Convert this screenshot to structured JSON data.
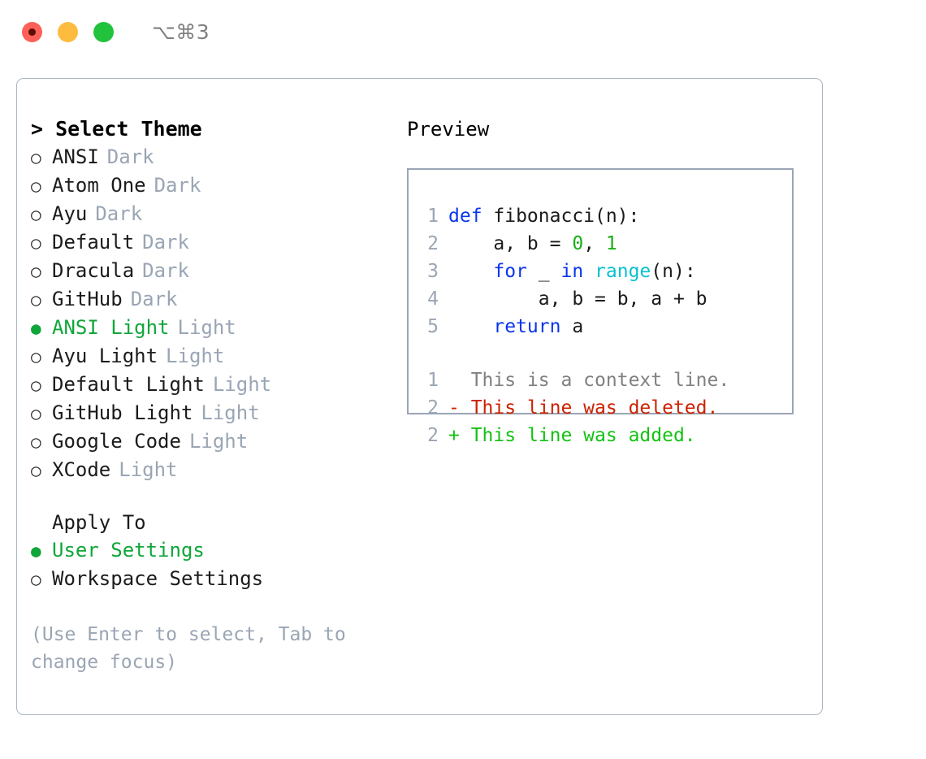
{
  "window": {
    "title": "⌥⌘3",
    "traffic_lights": [
      {
        "name": "close-button",
        "color": "#fc6058"
      },
      {
        "name": "minimize-button",
        "color": "#fdbc40"
      },
      {
        "name": "maximize-button",
        "color": "#22c33c"
      }
    ]
  },
  "theme_picker": {
    "heading": "> Select Theme",
    "marker_selected": "●",
    "marker_unselected": "○",
    "accent_color": "#10a63a",
    "muted_color": "#9aa5b4",
    "items": [
      {
        "marker": "○",
        "name": "ANSI",
        "kind": "Dark",
        "selected": false
      },
      {
        "marker": "○",
        "name": "Atom One",
        "kind": "Dark",
        "selected": false
      },
      {
        "marker": "○",
        "name": "Ayu",
        "kind": "Dark",
        "selected": false
      },
      {
        "marker": "○",
        "name": "Default",
        "kind": "Dark",
        "selected": false
      },
      {
        "marker": "○",
        "name": "Dracula",
        "kind": "Dark",
        "selected": false
      },
      {
        "marker": "○",
        "name": "GitHub",
        "kind": "Dark",
        "selected": false
      },
      {
        "marker": "●",
        "name": "ANSI Light",
        "kind": "Light",
        "selected": true
      },
      {
        "marker": "○",
        "name": "Ayu Light",
        "kind": "Light",
        "selected": false
      },
      {
        "marker": "○",
        "name": "Default Light",
        "kind": "Light",
        "selected": false
      },
      {
        "marker": "○",
        "name": "GitHub Light",
        "kind": "Light",
        "selected": false
      },
      {
        "marker": "○",
        "name": "Google Code",
        "kind": "Light",
        "selected": false
      },
      {
        "marker": "○",
        "name": "XCode",
        "kind": "Light",
        "selected": false
      }
    ]
  },
  "apply_to": {
    "heading": "Apply To",
    "options": [
      {
        "marker": "●",
        "label": "User Settings",
        "selected": true
      },
      {
        "marker": "○",
        "label": "Workspace Settings",
        "selected": false
      }
    ]
  },
  "hint": "(Use Enter to select, Tab to change focus)",
  "preview": {
    "title": "Preview",
    "code_lines": [
      {
        "lineno": "1",
        "tokens": [
          {
            "text": "def ",
            "type": "kw"
          },
          {
            "text": "fibonacci(n):",
            "type": "id"
          }
        ]
      },
      {
        "lineno": "2",
        "tokens": [
          {
            "text": "    a, b = ",
            "type": "id"
          },
          {
            "text": "0",
            "type": "num"
          },
          {
            "text": ", ",
            "type": "id"
          },
          {
            "text": "1",
            "type": "num"
          }
        ]
      },
      {
        "lineno": "3",
        "tokens": [
          {
            "text": "    ",
            "type": "id"
          },
          {
            "text": "for",
            "type": "kw"
          },
          {
            "text": " _ ",
            "type": "id"
          },
          {
            "text": "in",
            "type": "kw"
          },
          {
            "text": " ",
            "type": "id"
          },
          {
            "text": "range",
            "type": "fn"
          },
          {
            "text": "(n):",
            "type": "id"
          }
        ]
      },
      {
        "lineno": "4",
        "tokens": [
          {
            "text": "        a, b = b, a + b",
            "type": "id"
          }
        ]
      },
      {
        "lineno": "5",
        "tokens": [
          {
            "text": "    ",
            "type": "id"
          },
          {
            "text": "return",
            "type": "kw"
          },
          {
            "text": " a",
            "type": "id"
          }
        ]
      }
    ],
    "diff_lines": [
      {
        "lineno": "1",
        "sign": "  ",
        "text": "This is a context line.",
        "kind": "context"
      },
      {
        "lineno": "2",
        "sign": "- ",
        "text": "This line was deleted.",
        "kind": "deleted"
      },
      {
        "lineno": "2",
        "sign": "+ ",
        "text": "This line was added.",
        "kind": "added"
      }
    ],
    "colors": {
      "keyword": "#0a35ec",
      "function": "#0ac0d0",
      "number": "#16b016",
      "identifier": "#1b1b1b",
      "lineno": "#9aa5b4",
      "diff_context": "#808080",
      "diff_deleted": "#cc2200",
      "diff_added": "#13c213",
      "border": "#9aa5b4"
    }
  }
}
